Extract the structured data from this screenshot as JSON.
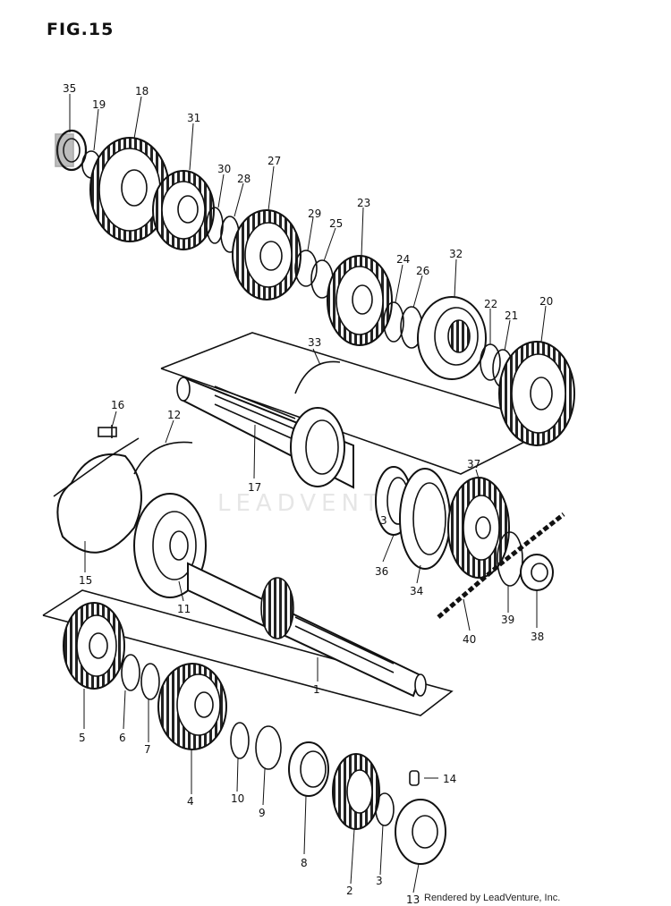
{
  "title": "FIG.15",
  "watermark": "LEADVENTURE",
  "credit": "Rendered by LeadVenture, Inc.",
  "callouts": [
    "35",
    "19",
    "18",
    "31",
    "30",
    "28",
    "27",
    "29",
    "25",
    "23",
    "24",
    "26",
    "32",
    "22",
    "21",
    "20",
    "33",
    "16",
    "12",
    "17",
    "15",
    "11",
    "3",
    "36",
    "34",
    "37",
    "39",
    "40",
    "38",
    "1",
    "5",
    "6",
    "7",
    "4",
    "10",
    "9",
    "8",
    "2",
    "3",
    "13",
    "14"
  ]
}
